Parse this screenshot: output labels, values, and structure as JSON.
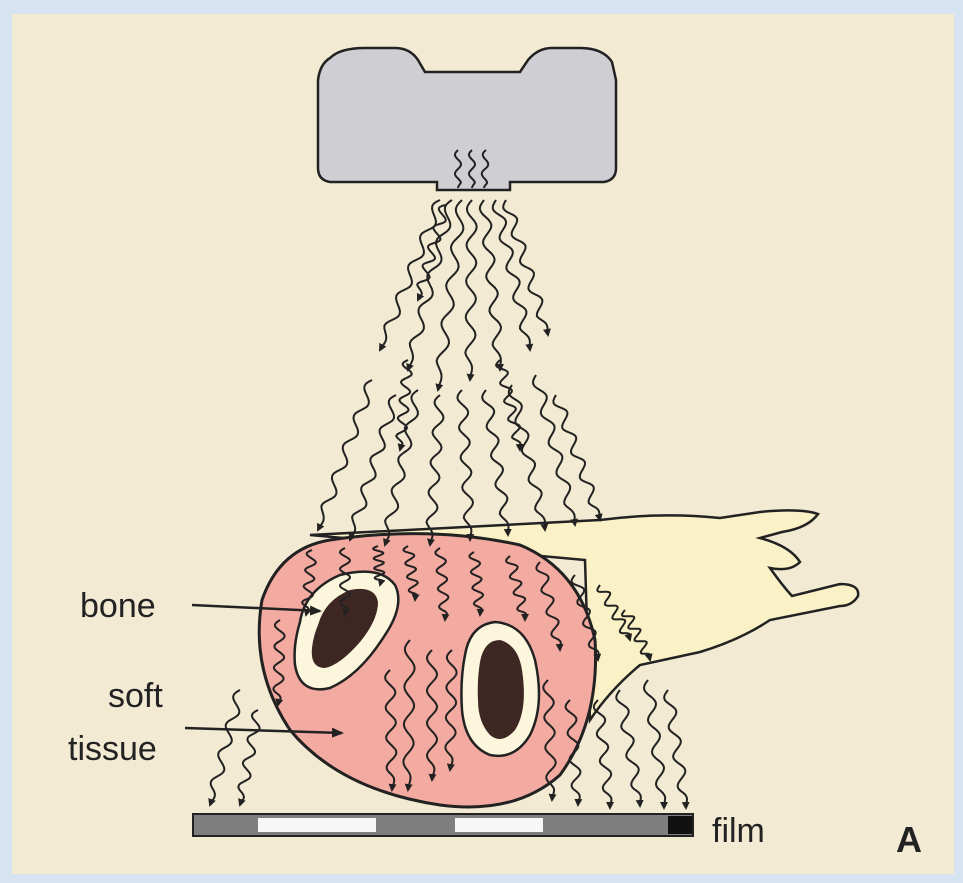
{
  "labels": {
    "bone": "bone",
    "soft_line1": "soft",
    "soft_line2": "tissue",
    "film": "film",
    "panel": "A"
  },
  "colors": {
    "background_frame": "#d6e4f2",
    "panel": "#f2ead2",
    "tube": "#cfcfd3",
    "soft_tissue": "#f3aaa0",
    "bone_cortex": "#fbf6dc",
    "marrow": "#3e2723",
    "arm": "#faf2c6",
    "film_gray": "#7f7f7f",
    "film_white": "#f7f7f7",
    "film_black": "#111111",
    "ink": "#222222"
  },
  "icons": {
    "xray_tube": "xray-tube-icon",
    "rays": "wavy-arrow-icon",
    "hand": "hand-icon"
  }
}
